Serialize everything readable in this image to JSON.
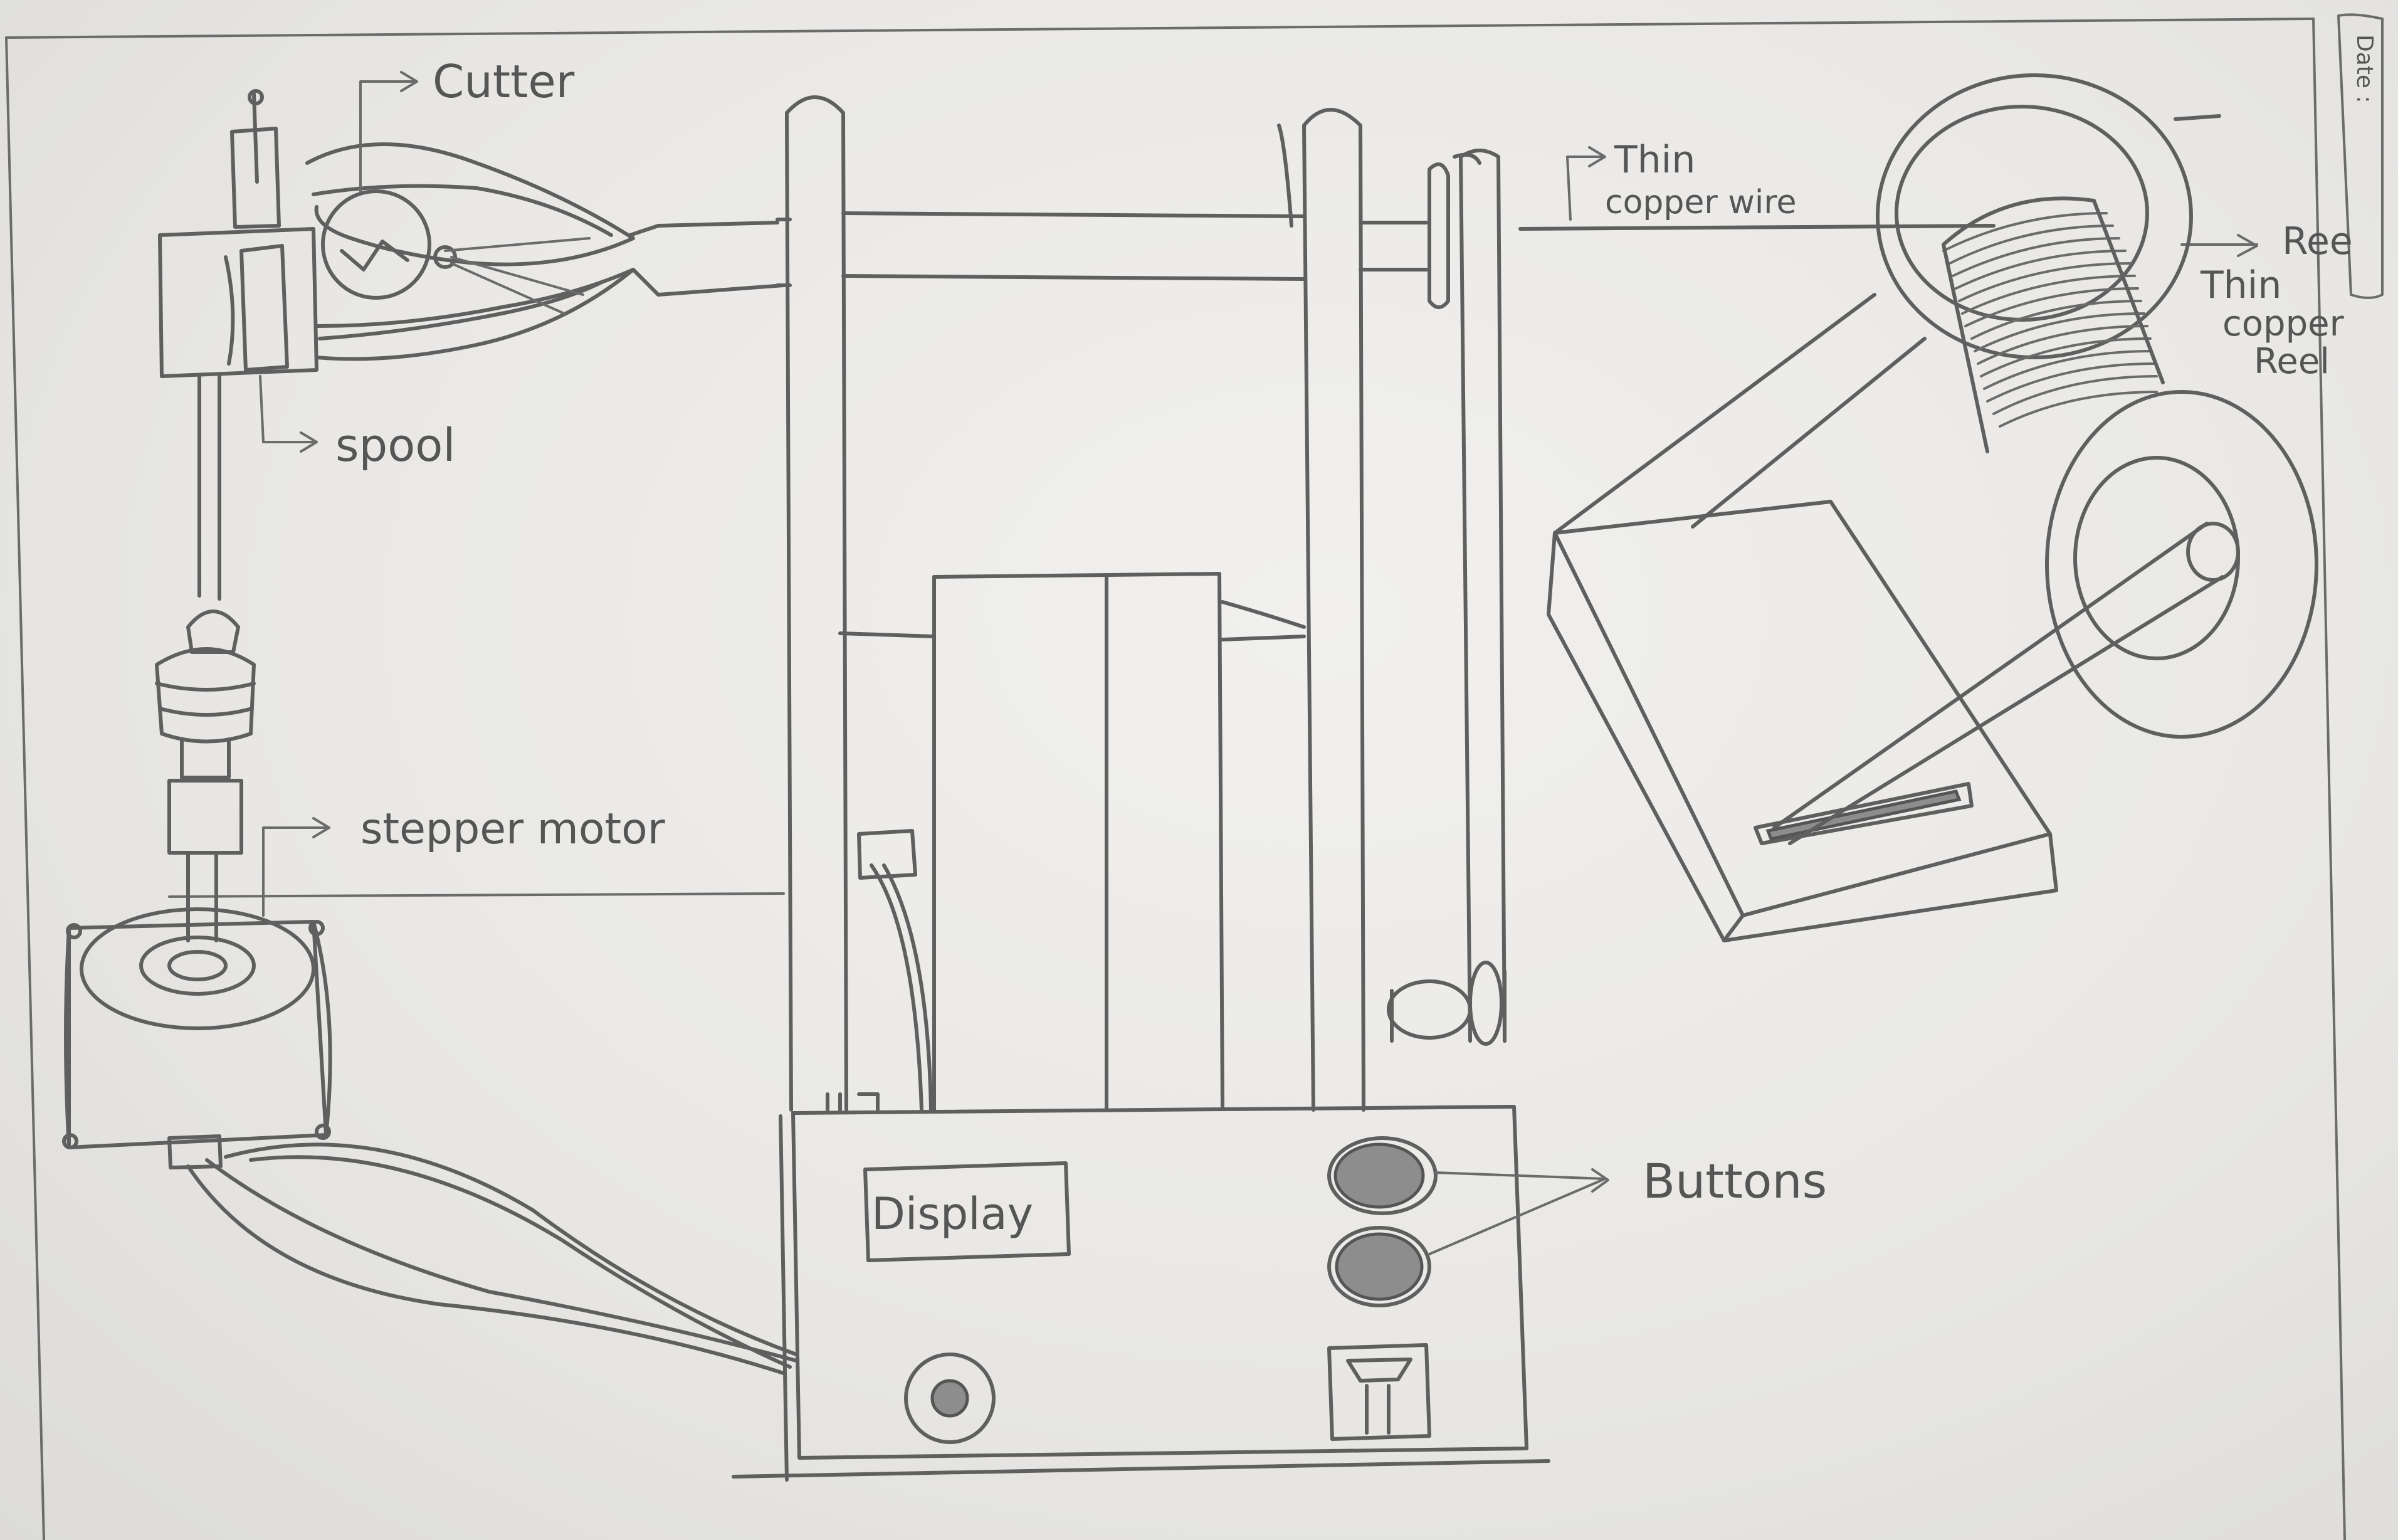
{
  "labels": {
    "cutter": "Cutter",
    "spool": "spool",
    "stepper_motor": "stepper motor",
    "thin_copper_wire_line1": "Thin",
    "thin_copper_wire_line2": "copper wire",
    "reel_cut": "Ree",
    "thin_copper_reel_line1": "Thin",
    "thin_copper_reel_line2": "copper",
    "thin_copper_reel_line3": "Reel",
    "display": "Display",
    "buttons": "Buttons",
    "date": "Date :"
  },
  "colors": {
    "paper": "#ecebe8",
    "pencil": "#5f5f5f"
  }
}
